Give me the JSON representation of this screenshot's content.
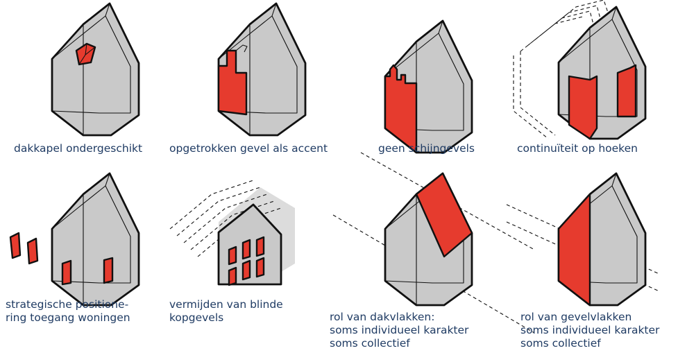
{
  "captions": {
    "c1": "dakkapel ondergeschikt",
    "c2": "opgetrokken gevel als accent",
    "c3": "geen schijngevels",
    "c4": "continuïteit op hoeken",
    "c5": [
      "strategische positione-",
      "ring toegang woningen"
    ],
    "c6": [
      "vermijden van blinde",
      "kopgevels"
    ],
    "c7": [
      "rol van dakvlakken:",
      "soms individueel karakter",
      "soms collectief"
    ],
    "c8": [
      "rol van gevelvlakken",
      "soms individueel karakter",
      "soms collectief"
    ]
  },
  "colors": {
    "accent": "#e63b2e",
    "house": "#c9c9c9",
    "caption": "#1f3b63"
  }
}
